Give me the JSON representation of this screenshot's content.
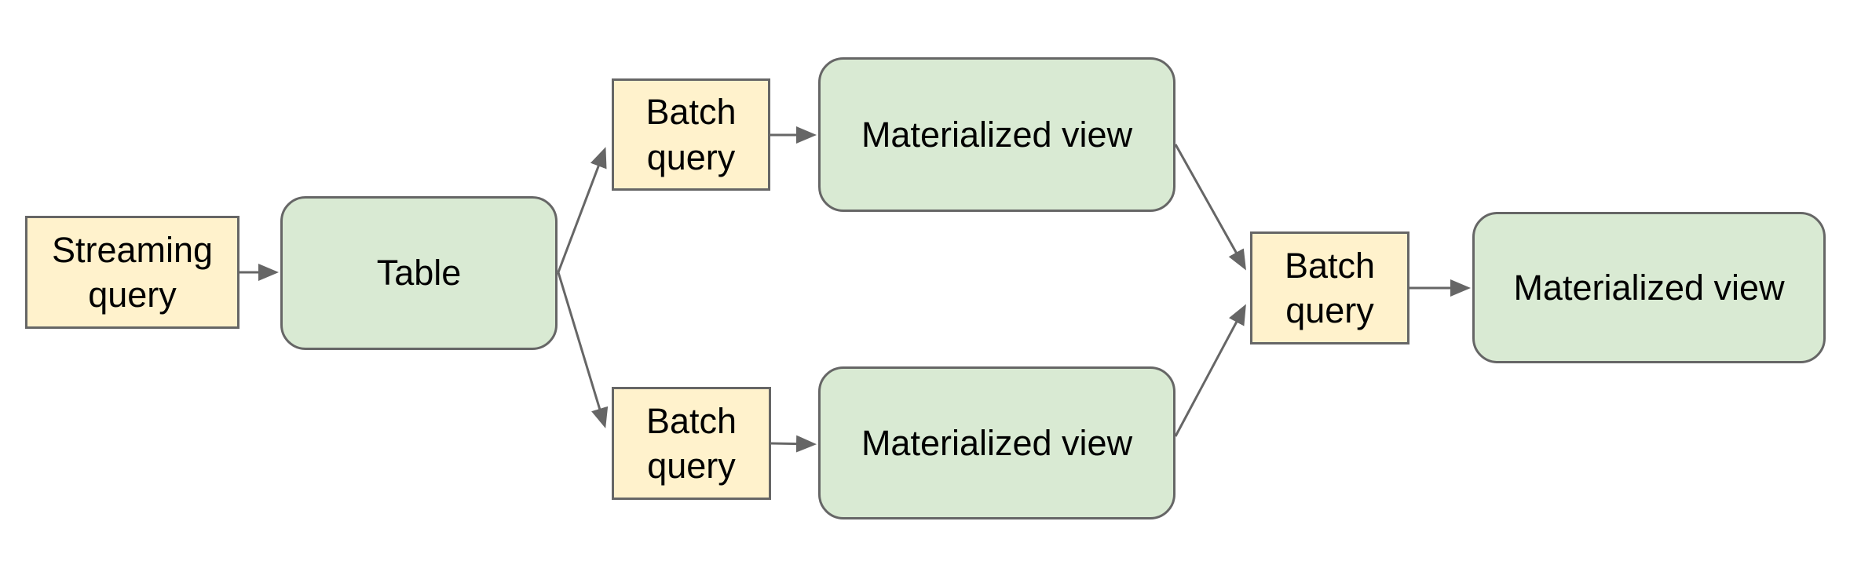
{
  "diagram": {
    "colors": {
      "query_fill": "#fff2cc",
      "table_fill": "#d9ead3",
      "border": "#666666",
      "arrow": "#666666",
      "text": "#000000",
      "bg": "#ffffff"
    },
    "nodes": {
      "streaming_query": {
        "label": "Streaming query",
        "shape": "rect",
        "fill": "query"
      },
      "table": {
        "label": "Table",
        "shape": "rounded",
        "fill": "green"
      },
      "batch_query_top": {
        "label": "Batch query",
        "shape": "rect",
        "fill": "query"
      },
      "materialized_view_top": {
        "label": "Materialized view",
        "shape": "rounded",
        "fill": "green"
      },
      "batch_query_bottom": {
        "label": "Batch query",
        "shape": "rect",
        "fill": "query"
      },
      "materialized_view_bottom": {
        "label": "Materialized view",
        "shape": "rounded",
        "fill": "green"
      },
      "batch_query_right": {
        "label": "Batch query",
        "shape": "rect",
        "fill": "query"
      },
      "materialized_view_right": {
        "label": "Materialized view",
        "shape": "rounded",
        "fill": "green"
      }
    },
    "edges": [
      {
        "from": "streaming_query",
        "to": "table"
      },
      {
        "from": "table",
        "to": "batch_query_top"
      },
      {
        "from": "table",
        "to": "batch_query_bottom"
      },
      {
        "from": "batch_query_top",
        "to": "materialized_view_top"
      },
      {
        "from": "batch_query_bottom",
        "to": "materialized_view_bottom"
      },
      {
        "from": "materialized_view_top",
        "to": "batch_query_right"
      },
      {
        "from": "materialized_view_bottom",
        "to": "batch_query_right"
      },
      {
        "from": "batch_query_right",
        "to": "materialized_view_right"
      }
    ]
  }
}
